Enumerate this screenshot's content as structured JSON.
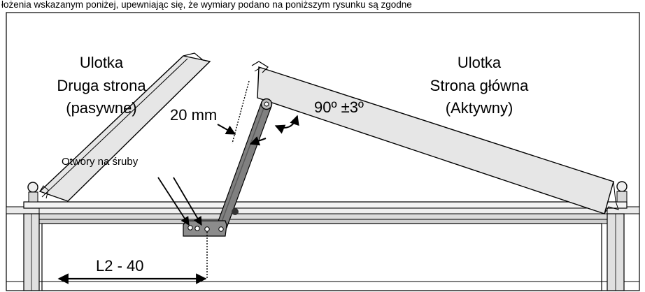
{
  "header_text": "łożenia wskazanym poniżej, upewniając się, że wymiary podano na poniższym rysunku są zgodne",
  "passive_leaf": {
    "line1": "Ulotka",
    "line2": "Druga strona",
    "line3": "(pasywne)"
  },
  "active_leaf": {
    "line1": "Ulotka",
    "line2": "Strona główna",
    "line3": "(Aktywny)"
  },
  "dimension_offset": "20 mm",
  "angle_label": "90º ±3º",
  "screw_holes_label": "Otwory na śruby",
  "dimension_bottom": "L2 - 40",
  "colors": {
    "leaf_fill": "#e6e6e6",
    "frame_fill": "#d9d9d9",
    "arm_fill": "#808080",
    "outline": "#000000"
  }
}
